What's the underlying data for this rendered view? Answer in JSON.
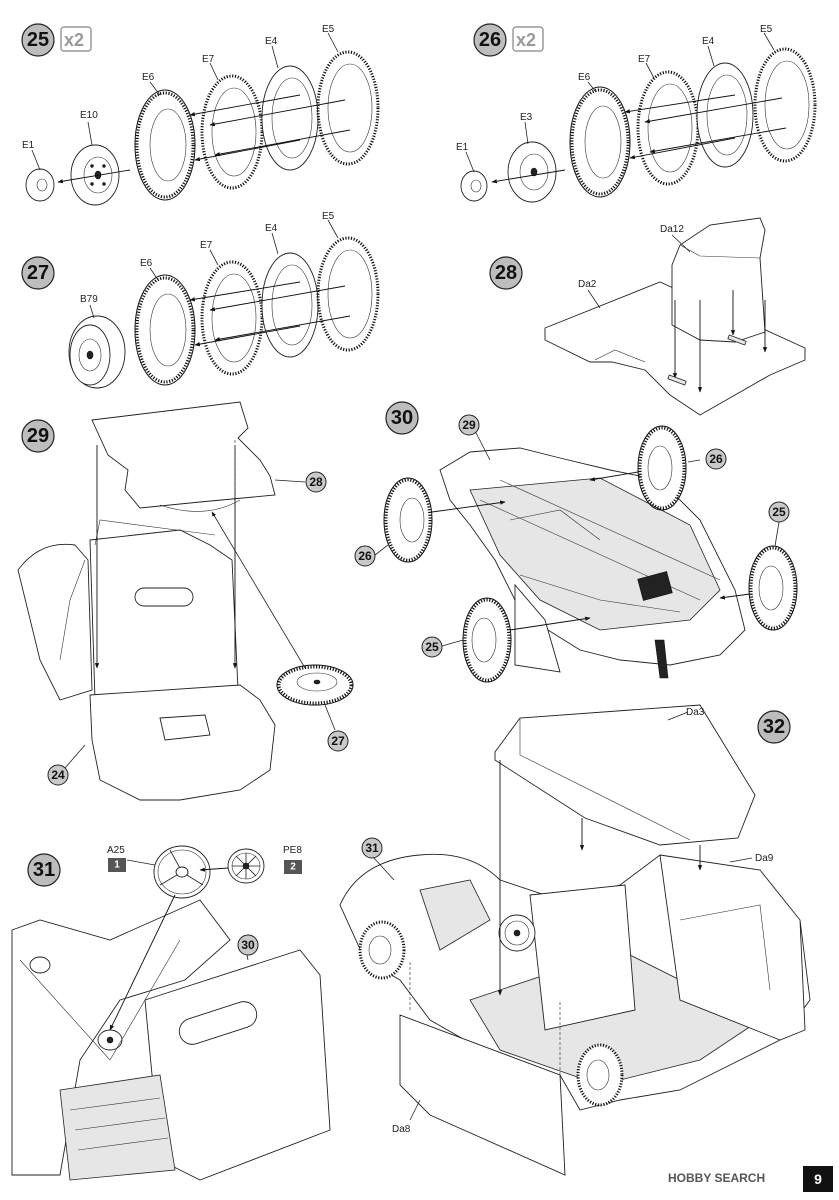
{
  "steps": {
    "s25": {
      "num": "25",
      "multiplier": "x2",
      "labels": {
        "e1": "E1",
        "e10": "E10",
        "e6": "E6",
        "e7": "E7",
        "e4": "E4",
        "e5": "E5"
      }
    },
    "s26": {
      "num": "26",
      "multiplier": "x2",
      "labels": {
        "e1": "E1",
        "e3": "E3",
        "e6": "E6",
        "e7": "E7",
        "e4": "E4",
        "e5": "E5"
      }
    },
    "s27": {
      "num": "27",
      "labels": {
        "b79": "B79",
        "e6": "E6",
        "e7": "E7",
        "e4": "E4",
        "e5": "E5"
      }
    },
    "s28": {
      "num": "28",
      "labels": {
        "da12": "Da12",
        "da2": "Da2"
      }
    },
    "s29": {
      "num": "29",
      "callouts": {
        "c28": "28",
        "c24": "24",
        "c27": "27"
      }
    },
    "s30": {
      "num": "30",
      "callouts": {
        "c29": "29",
        "c26a": "26",
        "c26b": "26",
        "c25a": "25",
        "c25b": "25"
      }
    },
    "s31": {
      "num": "31",
      "labels": {
        "a25": "A25",
        "pe8": "PE8"
      },
      "tags": {
        "t1": "1",
        "t2": "2"
      },
      "callouts": {
        "c30": "30"
      }
    },
    "s32": {
      "num": "32",
      "labels": {
        "da3": "Da3",
        "da9": "Da9",
        "da8": "Da8"
      },
      "callouts": {
        "c31": "31"
      }
    }
  },
  "footer": {
    "watermark": "HOBBY SEARCH",
    "page": "9"
  }
}
